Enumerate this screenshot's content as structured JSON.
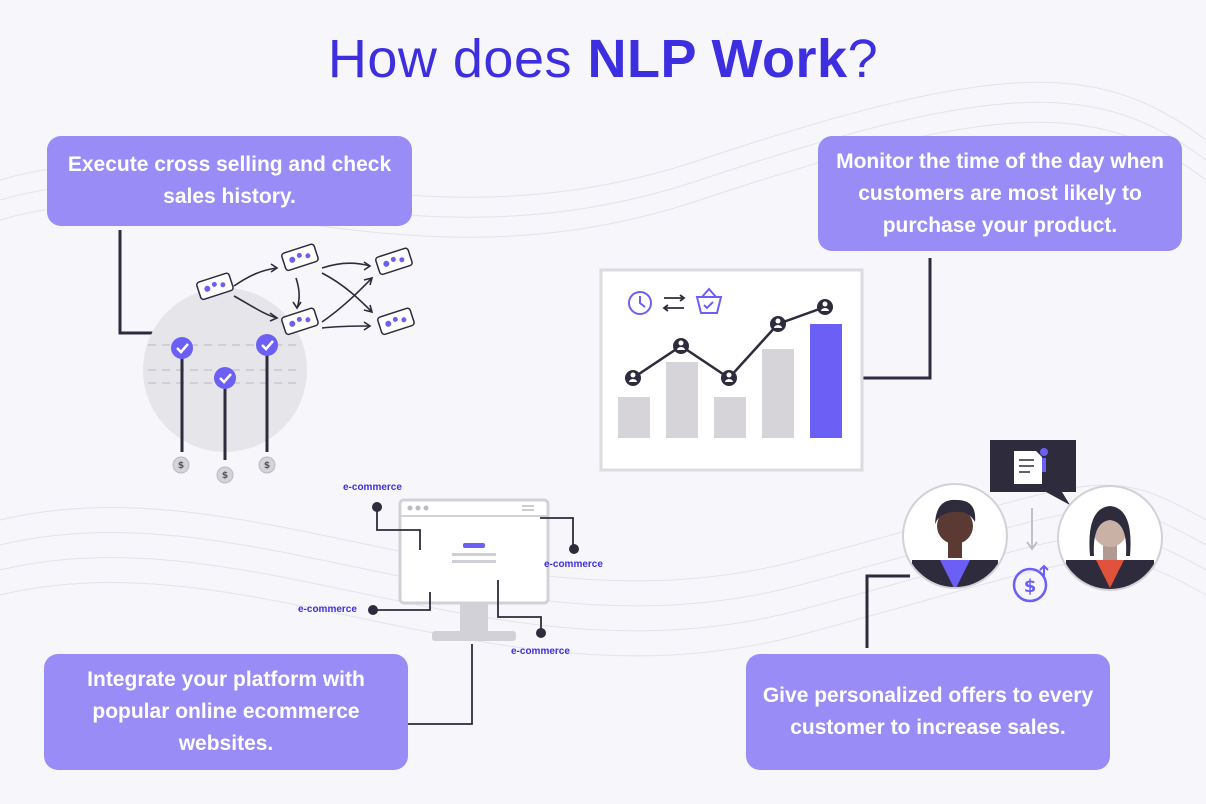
{
  "title": {
    "prefix": "How does ",
    "bold": "NLP Work",
    "suffix": "?"
  },
  "steps": {
    "cross_selling": "Execute cross selling and check sales history.",
    "monitor_time": "Monitor the time of the day when customers are most likely to purchase your product.",
    "integrate": "Integrate your platform with popular online ecommerce websites.",
    "personalized": "Give personalized offers to every customer to increase sales."
  },
  "ecommerce_labels": [
    "e-commerce",
    "e-commerce",
    "e-commerce",
    "e-commerce"
  ],
  "colors": {
    "accent": "#3d2fe0",
    "box": "#9a8cf6",
    "bar_highlight": "#6c5ff5",
    "bar_gray": "#d6d4d9",
    "line": "#2e2b3c"
  },
  "icons": [
    "clock-icon",
    "swap-arrows-icon",
    "basket-icon",
    "check-icon",
    "dollar-coin-icon",
    "user-icon",
    "document-icon"
  ]
}
